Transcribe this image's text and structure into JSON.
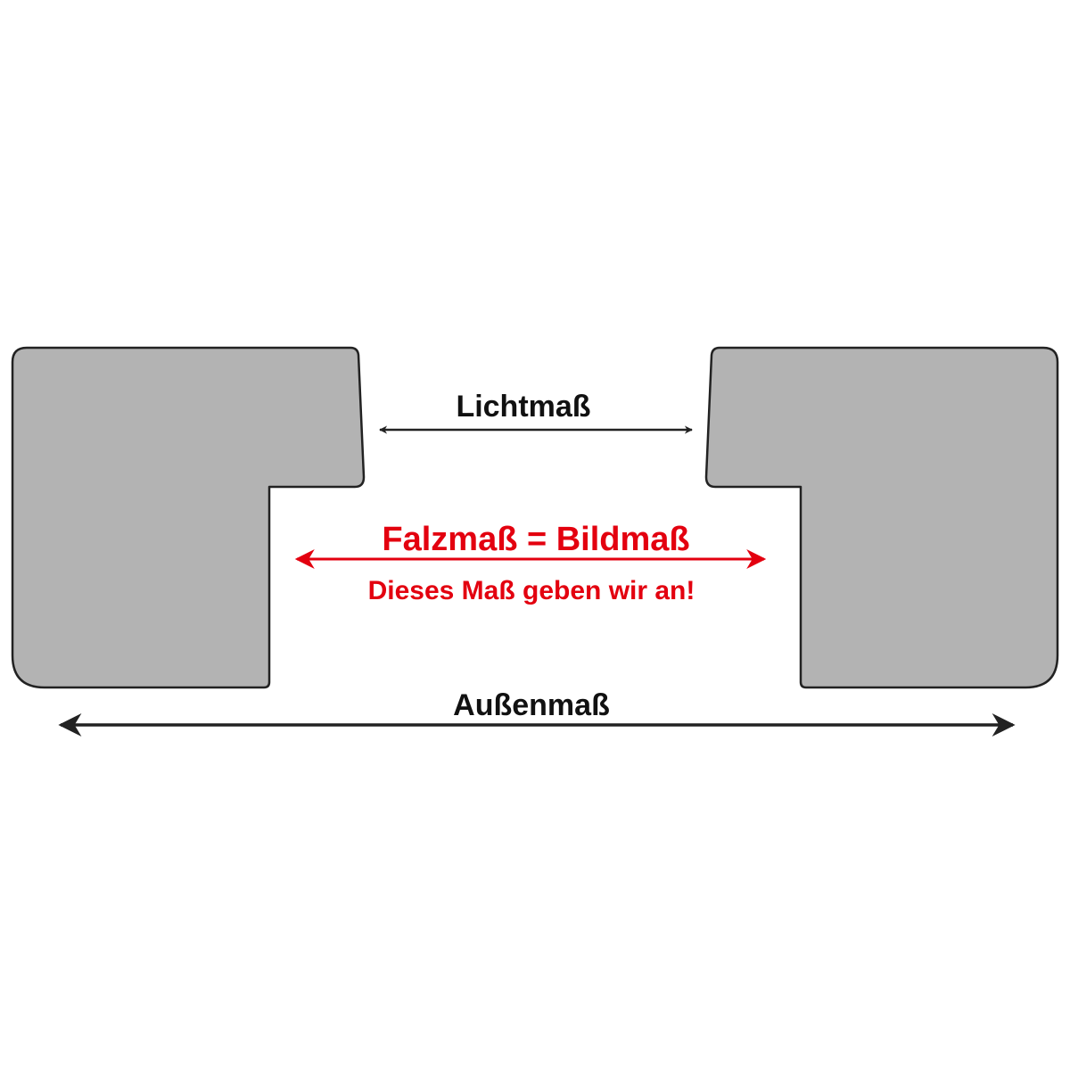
{
  "labels": {
    "lichtmass": "Lichtmaß",
    "falzmass": "Falzmaß = Bildmaß",
    "hint": "Dieses Maß geben wir an!",
    "aussenmass": "Außenmaß"
  },
  "colors": {
    "background": "#ffffff",
    "profile_fill": "#b3b3b3",
    "outline": "#222222",
    "accent_red": "#e3000f",
    "text_dark": "#111111"
  }
}
